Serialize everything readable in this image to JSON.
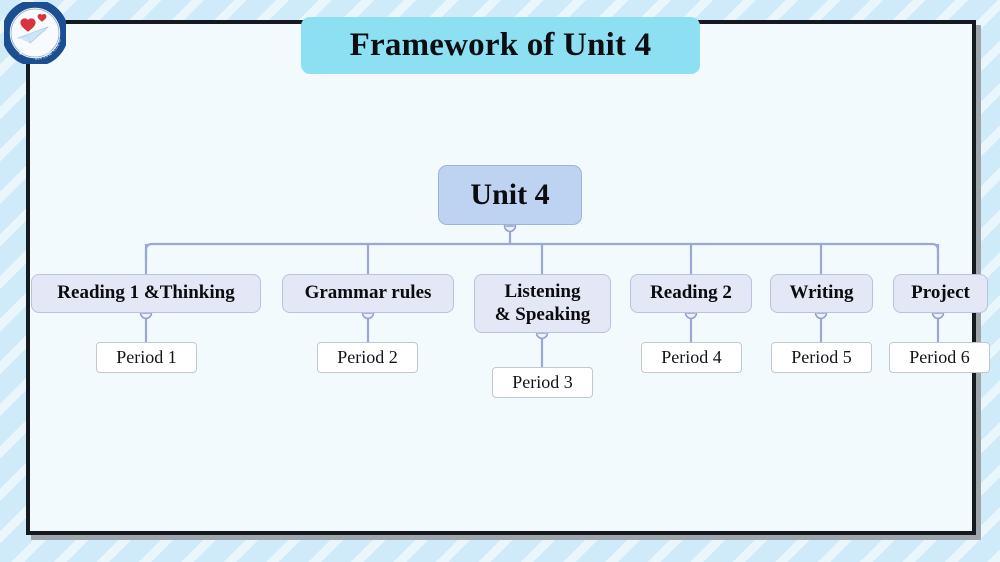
{
  "slide": {
    "background_color": "#cfeaf8",
    "panel_color": "#f2fafd",
    "frame_color": "#141a1f"
  },
  "logo": {
    "name": "school-badge-logo",
    "alt": "circular school badge with heart and paper plane"
  },
  "title": {
    "text": "Framework of Unit 4",
    "banner_color": "#8ce0f2"
  },
  "diagram": {
    "type": "mind-map",
    "root": {
      "label": "Unit 4",
      "fill": "#bed3f2",
      "stroke": "#9cb4dd"
    },
    "branches": [
      {
        "label": "Reading 1 &Thinking",
        "leaf": "Period 1"
      },
      {
        "label": "Grammar rules",
        "leaf": "Period 2"
      },
      {
        "label": "Listening\n& Speaking",
        "leaf": "Period 3"
      },
      {
        "label": "Reading 2",
        "leaf": "Period 4"
      },
      {
        "label": "Writing",
        "leaf": "Period 5"
      },
      {
        "label": "Project",
        "leaf": "Period 6"
      }
    ],
    "branch_fill": "#e4e8f6",
    "branch_stroke": "#b9c3dd",
    "leaf_fill": "#ffffff",
    "leaf_stroke": "#c3c8cf",
    "connector_color": "#9aa8d4"
  }
}
